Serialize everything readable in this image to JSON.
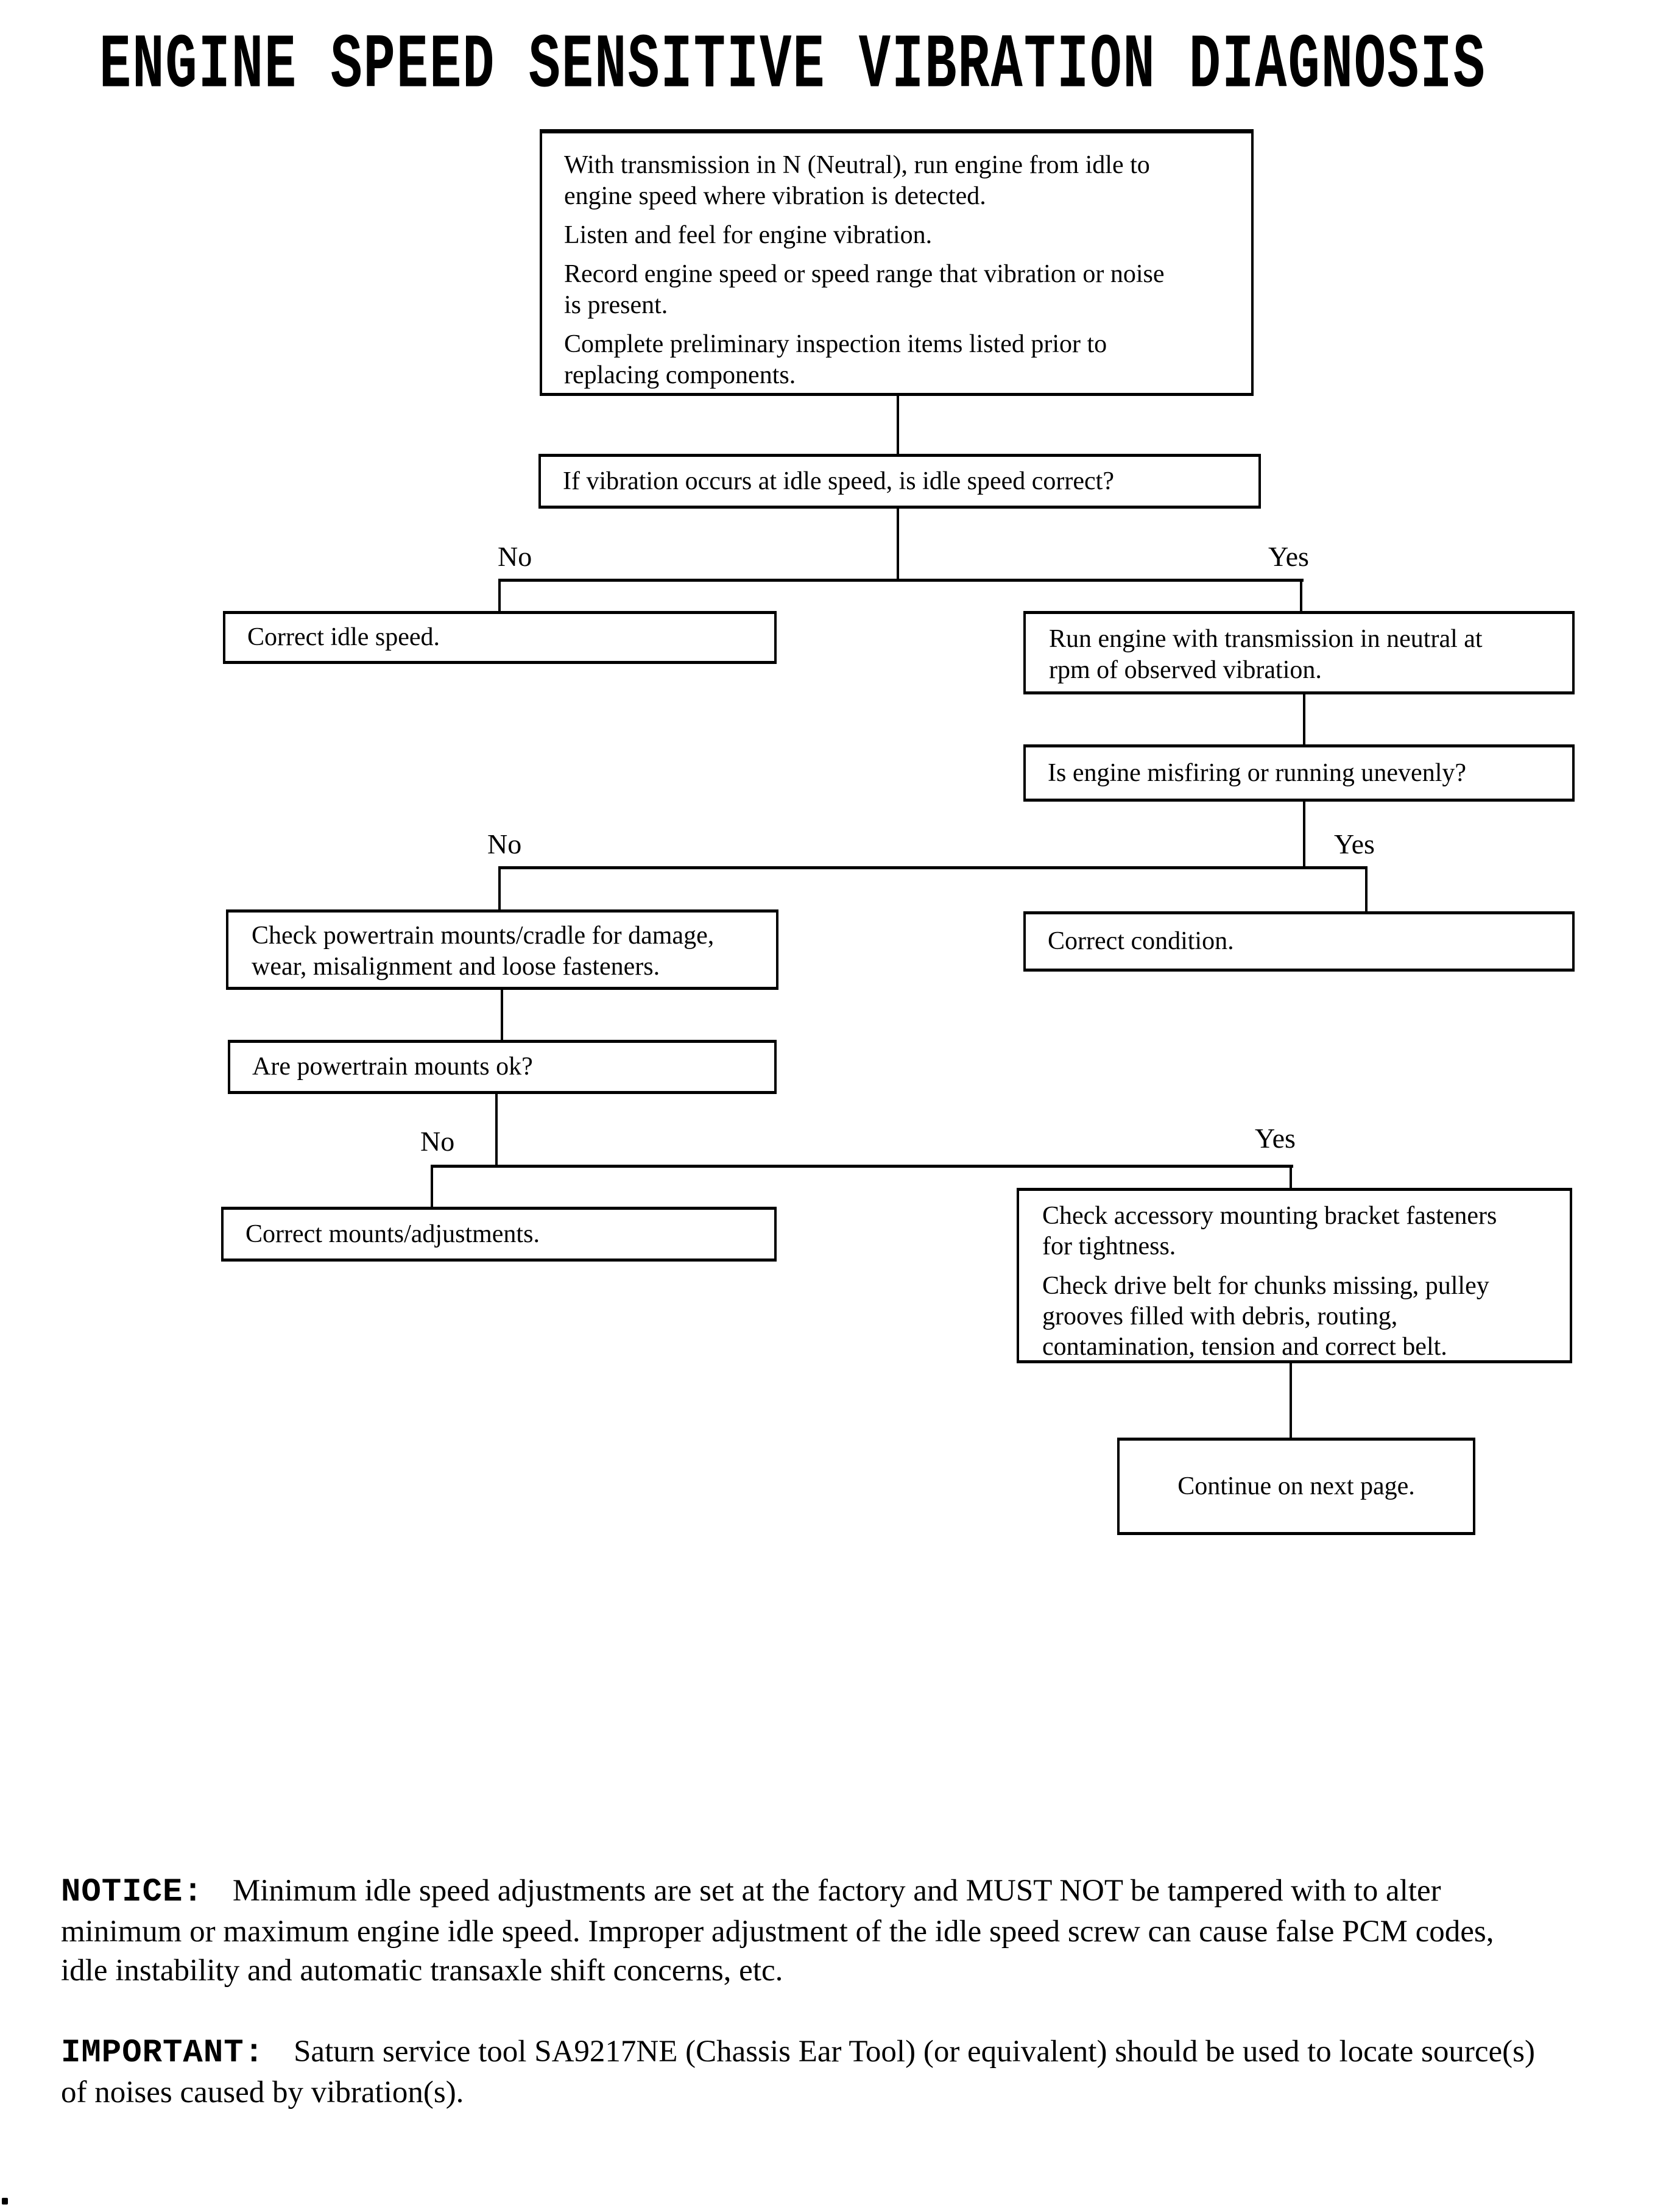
{
  "page": {
    "title": "ENGINE SPEED SENSITIVE VIBRATION DIAGNOSIS",
    "background": "#ffffff",
    "ink": "#000000"
  },
  "labels": {
    "no": "No",
    "yes": "Yes"
  },
  "flowchart": {
    "start": {
      "p1": [
        "With transmission in N (Neutral), run engine from idle to",
        "engine speed where vibration is detected."
      ],
      "p2": [
        "Listen and feel for engine vibration."
      ],
      "p3": [
        "Record engine speed or speed range that vibration or noise",
        "is present."
      ],
      "p4": [
        "Complete preliminary inspection items listed prior to",
        "replacing components."
      ]
    },
    "q_idle": "If vibration occurs at idle speed, is idle speed correct?",
    "correct_idle": "Correct idle speed.",
    "run_engine": [
      "Run engine with transmission in neutral at",
      "rpm of observed vibration."
    ],
    "q_misfire": "Is engine misfiring or running unevenly?",
    "check_mounts": [
      "Check powertrain mounts/cradle for damage,",
      "wear, misalignment and loose fasteners."
    ],
    "correct_condition": "Correct condition.",
    "q_mounts_ok": "Are powertrain mounts ok?",
    "correct_mounts": "Correct mounts/adjustments.",
    "check_accessory": {
      "p1": [
        "Check accessory mounting bracket fasteners",
        "for tightness."
      ],
      "p2": [
        "Check drive belt for chunks missing, pulley",
        "grooves filled with debris, routing,",
        "contamination, tension and correct belt."
      ]
    },
    "continue": "Continue on next page."
  },
  "notes": {
    "notice_label": "NOTICE:",
    "notice_lines": [
      "Minimum idle speed adjustments are set at the factory and MUST NOT be tampered with to alter",
      "minimum or maximum engine idle speed. Improper adjustment of the idle speed  screw can cause false PCM codes,",
      "idle instability and automatic transaxle shift concerns, etc."
    ],
    "important_label": "IMPORTANT:",
    "important_lines": [
      "Saturn service tool SA9217NE (Chassis Ear Tool) (or equivalent) should be used to locate source(s)",
      "of noises caused by vibration(s)."
    ]
  }
}
